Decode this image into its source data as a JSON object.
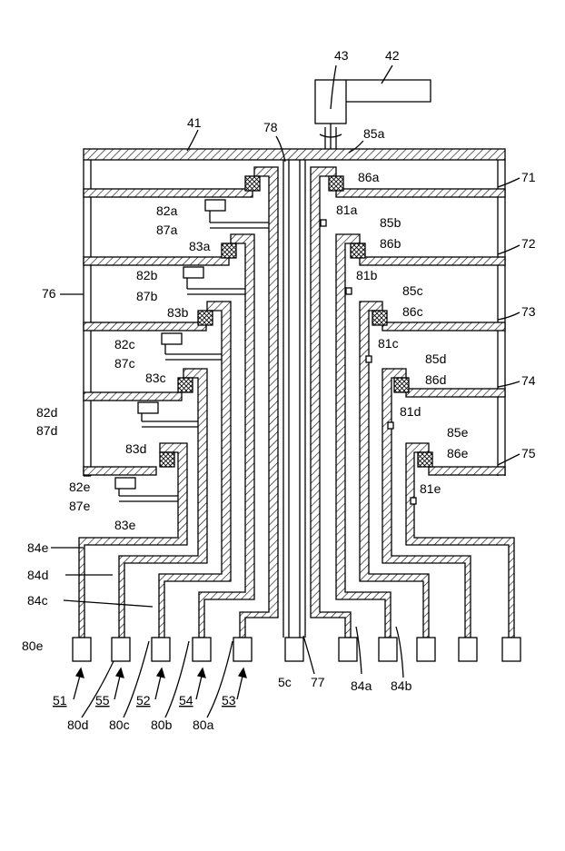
{
  "labels": {
    "l43": "43",
    "l42": "42",
    "l41": "41",
    "l78": "78",
    "l85a": "85a",
    "l86a": "86a",
    "l71": "71",
    "l81a": "81a",
    "l82a": "82a",
    "l87a": "87a",
    "l83a": "83a",
    "l85b": "85b",
    "l86b": "86b",
    "l72": "72",
    "l81b": "81b",
    "l82b": "82b",
    "l87b": "87b",
    "l76": "76",
    "l83b": "83b",
    "l85c": "85c",
    "l86c": "86c",
    "l73": "73",
    "l81c": "81c",
    "l82c": "82c",
    "l87c": "87c",
    "l83c": "83c",
    "l85d": "85d",
    "l86d": "86d",
    "l74": "74",
    "l81d": "81d",
    "l82d": "82d",
    "l87d": "87d",
    "l83d": "83d",
    "l85e": "85e",
    "l86e": "86e",
    "l75": "75",
    "l81e": "81e",
    "l82e": "82e",
    "l87e": "87e",
    "l83e": "83e",
    "l84e": "84e",
    "l84d": "84d",
    "l84c": "84c",
    "l80e": "80e",
    "l5c": "5c",
    "l77": "77",
    "l84a": "84a",
    "l84b": "84b",
    "l51": "51",
    "l55": "55",
    "l52": "52",
    "l54": "54",
    "l53": "53",
    "l80d": "80d",
    "l80c": "80c",
    "l80b": "80b",
    "l80a": "80a"
  }
}
